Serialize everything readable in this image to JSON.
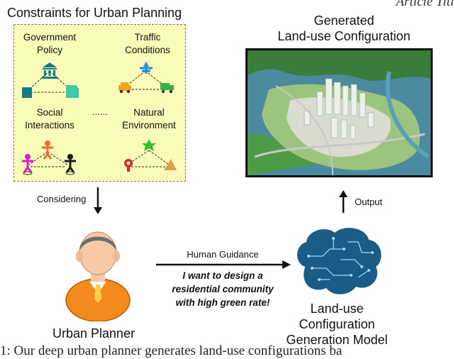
{
  "header_corner": "Article Titl",
  "constraints": {
    "title": "Constraints for Urban Planning",
    "government": [
      "Government",
      "Policy"
    ],
    "traffic": [
      "Traffic",
      "Conditions"
    ],
    "social": [
      "Social",
      "Interactions"
    ],
    "natural": [
      "Natural",
      "Environment"
    ],
    "ellipsis": "......"
  },
  "output_title": [
    "Generated",
    "Land-use Configuration"
  ],
  "considering_label": "Considering",
  "output_label": "Output",
  "human_guidance": {
    "label": "Human Guidance",
    "quote": [
      "I want to design a",
      "residential community",
      "with high green rate!"
    ]
  },
  "planner_label": "Urban Planner",
  "model_label": [
    "Land-use",
    "Configuration",
    "Generation Model"
  ],
  "caption": "1: Our deep urban planner generates land-use configurations ba",
  "colors": {
    "box_fill": "#fafbb8",
    "gov_teal": "#137a86",
    "plane_blue": "#1e8fd6",
    "car_orange": "#f2a323",
    "truck_green": "#3fae49",
    "person_magenta": "#d81ac9",
    "person_orange": "#ef6a2d",
    "flower_red": "#d8262a",
    "star_green": "#2cc22a",
    "triangle_tan": "#d9a34a",
    "brain_blue": "#1b5c86"
  }
}
